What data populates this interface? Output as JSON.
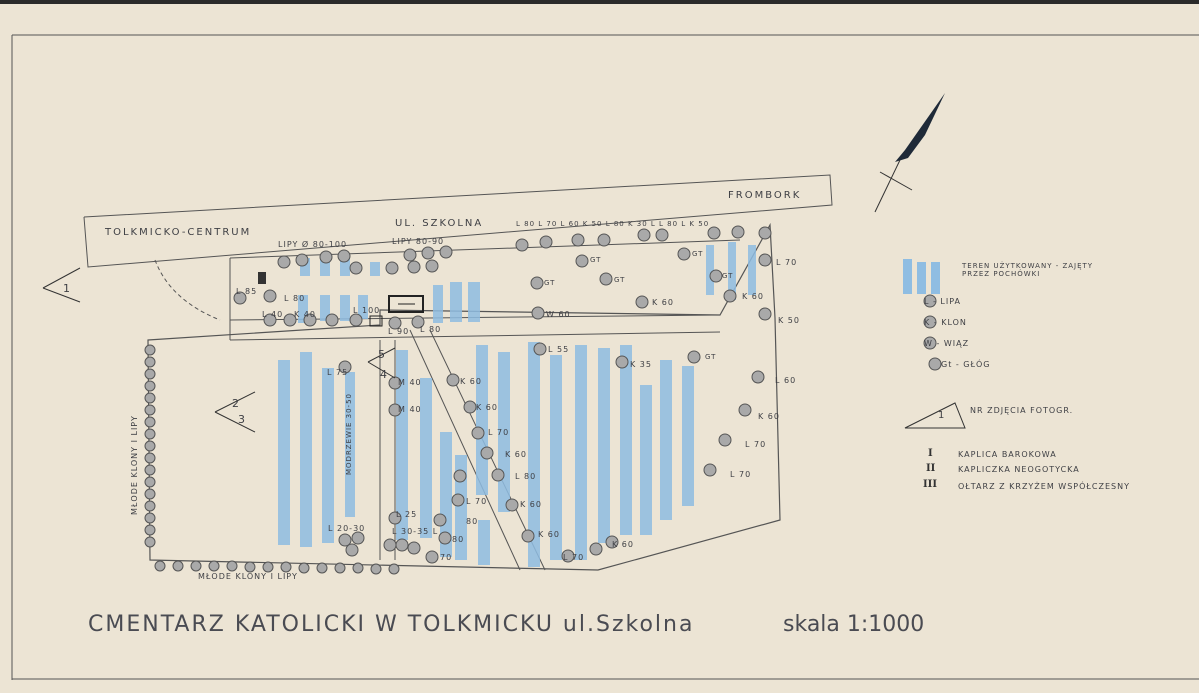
{
  "map": {
    "title": "CMENTARZ KATOLICKI W TOLKMICKU ul.Szkolna",
    "scale": "skala 1:1000",
    "streets": {
      "tolkmicko": "TOLKMICKO-CENTRUM",
      "szkolna": "UL. SZKOLNA",
      "frombork": "FROMBORK"
    },
    "labels": {
      "lipy_top1": "LIPY Ø 80-100",
      "lipy_top2": "LIPY 80-90",
      "top_row": "L 80   L 70   L 60 K 50   L 80 K 30 L   L 80 L   K 50",
      "mlode_left": "MŁODE KLONY I LIPY",
      "mlode_bottom": "MŁODE KLONY I LIPY",
      "modrzewie": "MODRZEWIE 30-50",
      "l85": "L 85",
      "l80a": "L 80",
      "l40": "L 40",
      "k40": "K 40",
      "l100": "L 100",
      "l90": "L 90",
      "l80b": "L 80",
      "gt1": "GT",
      "gt2": "GT",
      "gt3": "GT",
      "gt4": "GT",
      "gt5": "GT",
      "gt6": "GT",
      "w60": "W 60",
      "l55": "L 55",
      "k35": "K 35",
      "k60a": "K 60",
      "k60b": "K 60",
      "k60c": "K 60",
      "k60d": "K 60",
      "k60e": "K 60",
      "k60f": "K 60",
      "k60g": "K 60",
      "l70a": "L 70",
      "l70b": "L 70",
      "l70c": "L 70",
      "l70d": "L 70",
      "l70e": "L 70",
      "l70f": "L 70",
      "k50": "K 50",
      "l60": "L 60",
      "k60r": "K 60",
      "l80c": "L 80",
      "l80d": "80",
      "l80e": "80",
      "l75": "L 75",
      "m40a": "M 40",
      "m40b": "M 40",
      "l25": "L 25",
      "l2030": "L 20-30",
      "l3035": "L 30-35 L",
      "l70g": "70",
      "l70bottom": "L 70"
    },
    "photo_marks": [
      "1",
      "2",
      "3",
      "4",
      "5"
    ],
    "legend": {
      "area": "TEREN UŻYTKOWANY - ZAJĘTY PRZEZ POCHÓWKI",
      "lipa": "L - LIPA",
      "klon": "K - KLON",
      "wiaz": "W - WIĄZ",
      "glog": "Gt - GŁÓG",
      "photo": "NR ZDJĘCIA FOTOGR.",
      "kaplica": "KAPLICA BAROKOWA",
      "kapliczka": "KAPLICZKA NEOGOTYCKA",
      "oltarz": "OŁTARZ Z KRZYŻEM WSPÓŁCZESNY",
      "roman1": "I",
      "roman2": "II",
      "roman3": "III",
      "sym_l": "L",
      "sym_k": "K",
      "sym_w": "W",
      "sym_gt": "Gt",
      "sym_1": "1"
    },
    "colors": {
      "paper": "#ece4d4",
      "ink": "#3e3f44",
      "burial_blue": "#8fbde2",
      "tree_fill": "#a9a9a9",
      "north_arrow": "#1f2a38"
    }
  }
}
